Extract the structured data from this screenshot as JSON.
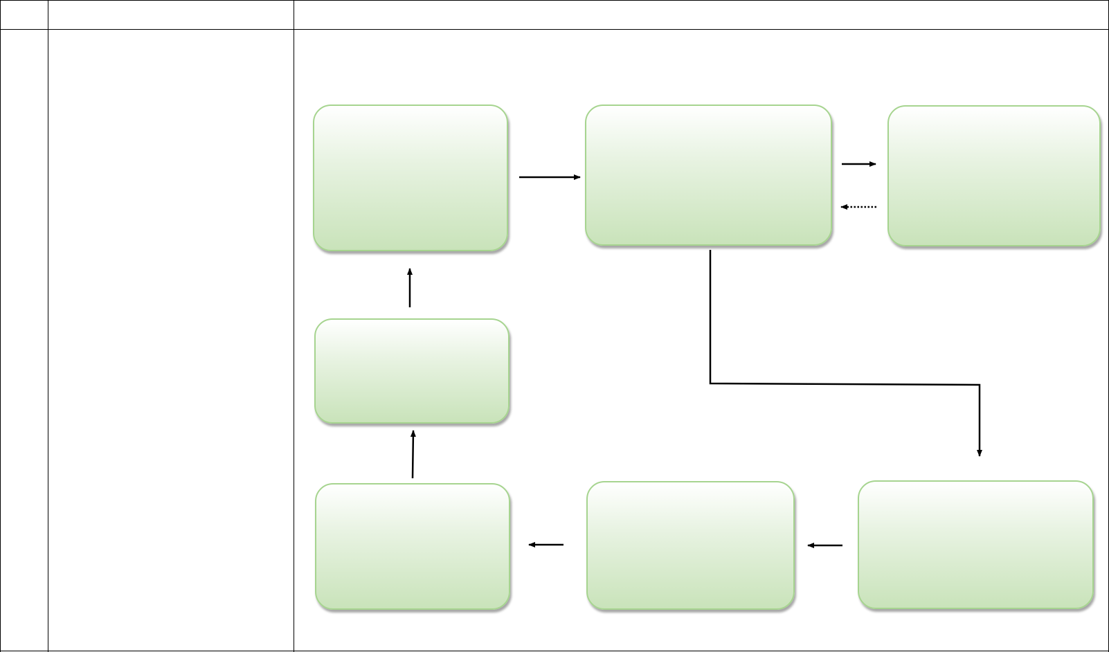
{
  "table": {
    "header": {
      "col_1": "",
      "col_2": "",
      "col_3": ""
    },
    "row_1": {
      "col_1": "",
      "col_2": ""
    }
  },
  "diagram": {
    "boxes": [
      {
        "id": "box-top-left",
        "label": ""
      },
      {
        "id": "box-top-center",
        "label": ""
      },
      {
        "id": "box-top-right",
        "label": ""
      },
      {
        "id": "box-middle-left",
        "label": ""
      },
      {
        "id": "box-bottom-left",
        "label": ""
      },
      {
        "id": "box-bottom-center",
        "label": ""
      },
      {
        "id": "box-bottom-right",
        "label": ""
      }
    ],
    "colors": {
      "box_border": "#a6d48f",
      "box_fill_top": "#ffffff",
      "box_fill_bottom": "#c9e3ba",
      "arrow": "#000000"
    }
  }
}
